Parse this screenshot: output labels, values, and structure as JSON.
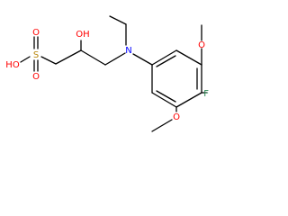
{
  "molecule": {
    "atoms": {
      "sulfur": "S",
      "sulfonyl_oxygen_top": "O",
      "sulfonyl_oxygen_bottom": "O",
      "sulfonic_hydroxyl": "HO",
      "secondary_hydroxyl": "OH",
      "amine_nitrogen": "N",
      "methoxy_oxygen_top": "O",
      "methoxy_oxygen_bottom": "O",
      "fluorine": "F"
    }
  },
  "colors": {
    "bond": "#000000",
    "carbon_label": "#000000",
    "nitrogen": "#0000ff",
    "oxygen": "#ff0000",
    "sulfur": "#b8860b",
    "fluorine": "#2e8b57"
  }
}
